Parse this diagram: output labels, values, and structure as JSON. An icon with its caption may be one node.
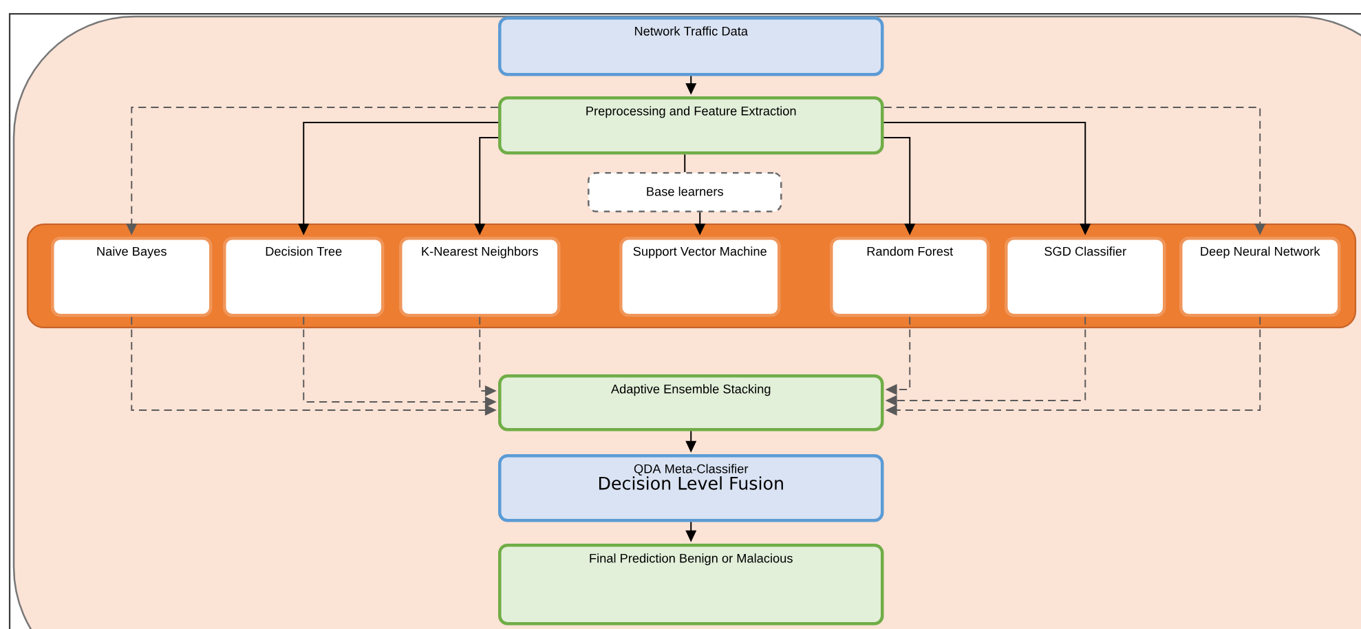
{
  "diagram": {
    "nodes": [
      {
        "text": [
          "Network Traffic Data"
        ]
      },
      {
        "text": [
          "Preprocessing and Feature Extraction"
        ]
      },
      {
        "text": [
          "Base learners"
        ]
      },
      {
        "text": [
          "Naive Bayes"
        ]
      },
      {
        "text": [
          "Decision Tree"
        ]
      },
      {
        "text": [
          "K-Nearest Neighbors"
        ]
      },
      {
        "text": [
          "Support Vector Machine"
        ]
      },
      {
        "text": [
          "Random Forest"
        ]
      },
      {
        "text": [
          "SGD Classifier"
        ]
      },
      {
        "text": [
          "Deep Neural Network"
        ]
      },
      {
        "text": [
          "Adaptive Ensemble Stacking"
        ]
      },
      {
        "text": [
          "QDA Meta-Classifier",
          "Decision Level Fusion"
        ]
      },
      {
        "text": [
          "Final Prediction Benign or Malacious"
        ]
      }
    ],
    "edges": [
      {
        "from": 0,
        "to": 1,
        "arrow": "to"
      },
      {
        "from": 1,
        "to": 3,
        "arrow": "to",
        "style": "dashed"
      },
      {
        "from": 1,
        "to": 4,
        "arrow": "to"
      },
      {
        "from": 1,
        "to": 5,
        "arrow": "to"
      },
      {
        "from": 1,
        "to": 2,
        "arrow": "none"
      },
      {
        "from": 2,
        "to": 6,
        "arrow": "to"
      },
      {
        "from": 1,
        "to": 7,
        "arrow": "to"
      },
      {
        "from": 1,
        "to": 8,
        "arrow": "to"
      },
      {
        "from": 1,
        "to": 9,
        "arrow": "to",
        "style": "dashed"
      },
      {
        "from": 3,
        "to": 10,
        "arrow": "to",
        "style": "dashed"
      },
      {
        "from": 4,
        "to": 10,
        "arrow": "to",
        "style": "dashed"
      },
      {
        "from": 5,
        "to": 10,
        "arrow": "to",
        "style": "dashed"
      },
      {
        "from": 7,
        "to": 10,
        "arrow": "to",
        "style": "dashed"
      },
      {
        "from": 8,
        "to": 10,
        "arrow": "to",
        "style": "dashed"
      },
      {
        "from": 9,
        "to": 10,
        "arrow": "to",
        "style": "dashed"
      },
      {
        "from": 10,
        "to": 11,
        "arrow": "to"
      },
      {
        "from": 11,
        "to": 12,
        "arrow": "to"
      }
    ]
  }
}
